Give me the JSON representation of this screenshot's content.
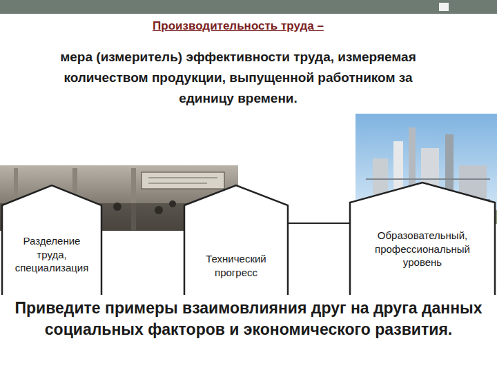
{
  "diagram": {
    "title": "Производительность труда –",
    "nodes": [
      {
        "text": [
          "Разделение труда, специализация"
        ]
      },
      {
        "text": [
          "Технический прогресс"
        ]
      },
      {
        "text": [
          "Образовательный, профессиональный уровень"
        ]
      }
    ],
    "labels": [
      "мера (измеритель) эффективности труда, измеряемая количеством продукции, выпущенной работником за единицу времени.",
      "Приведите примеры взаимовлияния друг на друга данных социальных факторов и экономического развития."
    ]
  }
}
